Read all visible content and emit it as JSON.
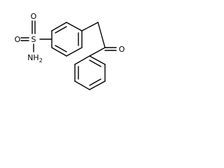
{
  "molecule": {
    "atoms": {
      "sulfur": "S",
      "oxygen_top": "O",
      "oxygen_left": "O",
      "amine": "NH",
      "amine_subscript": "2",
      "ketone_oxygen": "O"
    }
  }
}
